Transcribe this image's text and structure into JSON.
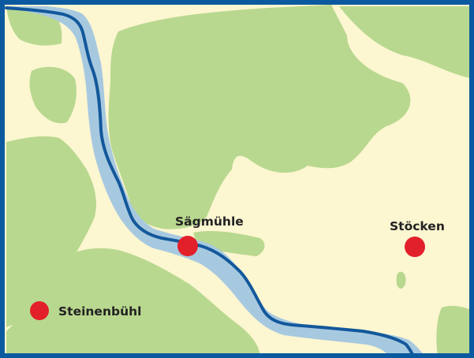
{
  "map": {
    "colors": {
      "background": "#fcf6d1",
      "forest": "#b9d88f",
      "water_area": "#a7c9e0",
      "river_line": "#13589b",
      "frame": "#0b5a9f",
      "marker": "#e2202a",
      "label": "#222222"
    },
    "places": [
      {
        "name": "Sägmühle"
      },
      {
        "name": "Stöcken"
      },
      {
        "name": "Steinenbühl"
      }
    ]
  }
}
